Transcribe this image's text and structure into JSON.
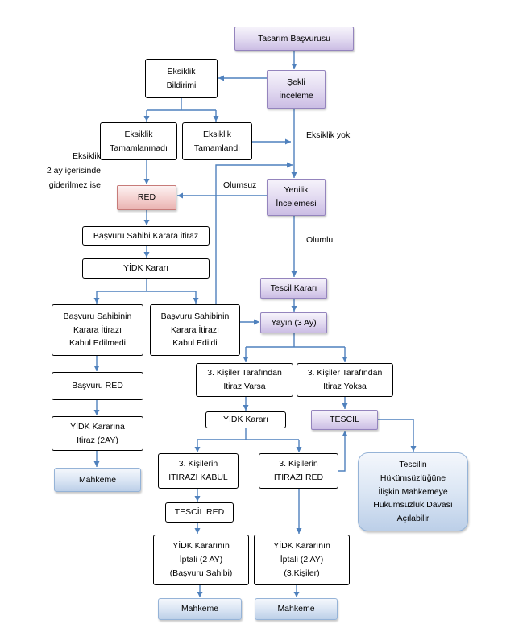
{
  "colors": {
    "arrow": "#4f81bd",
    "purple_border": "#9484bd",
    "red_border": "#c77b79",
    "blue_border": "#95b3d7"
  },
  "nodes": {
    "tasarim_basvurusu": [
      "Tasarım Başvurusu"
    ],
    "eksiklik_bildirimi": [
      "Eksiklik",
      "Bildirimi"
    ],
    "sekli_inceleme": [
      "Şekli",
      "İnceleme"
    ],
    "eksiklik_tamamlanmadi": [
      "Eksiklik",
      "Tamamlanmadı"
    ],
    "eksiklik_tamamlandi": [
      "Eksiklik",
      "Tamamlandı"
    ],
    "red": [
      "RED"
    ],
    "yenilik_incelemesi": [
      "Yenilik",
      "İncelemesi"
    ],
    "basvuru_sahibi_itiraz": [
      "Başvuru Sahibi Karara itiraz"
    ],
    "yidk_karari_1": [
      "YİDK Kararı"
    ],
    "tescil_karari": [
      "Tescil Kararı"
    ],
    "itiraz_kabul_edilmedi": [
      "Başvuru Sahibinin",
      "Karara İtirazı",
      "Kabul Edilmedi"
    ],
    "itiraz_kabul_edildi": [
      "Başvuru Sahibinin",
      "Karara İtirazı",
      "Kabul Edildi"
    ],
    "yayin": [
      "Yayın (3 Ay)"
    ],
    "itiraz_varsa": [
      "3. Kişiler Tarafından",
      "İtiraz Varsa"
    ],
    "itiraz_yoksa": [
      "3. Kişiler Tarafından",
      "İtiraz Yoksa"
    ],
    "basvuru_red": [
      "Başvuru RED"
    ],
    "yidk_karari_2": [
      "YİDK Kararı"
    ],
    "tescil": [
      "TESCİL"
    ],
    "yidk_kararina_itiraz": [
      "YİDK Kararına",
      "İtiraz (2AY)"
    ],
    "itirazi_kabul": [
      "3. Kişilerin",
      "İTİRAZI KABUL"
    ],
    "itirazi_red": [
      "3. Kişilerin",
      "İTİRAZI RED"
    ],
    "hukumsuzluk": [
      "Tescilin",
      "Hükümsüzlüğüne",
      "İlişkin Mahkemeye",
      "Hükümsüzlük Davası",
      "Açılabilir"
    ],
    "mahkeme_1": [
      "Mahkeme"
    ],
    "tescil_red": [
      "TESCİL RED"
    ],
    "iptal_basvuru_sahibi": [
      "YİDK Kararının",
      "İptali (2 AY)",
      "(Başvuru Sahibi)"
    ],
    "iptal_3_kisiler": [
      "YİDK Kararının",
      "İptali (2 AY)",
      "(3.Kişiler)"
    ],
    "mahkeme_2": [
      "Mahkeme"
    ],
    "mahkeme_3": [
      "Mahkeme"
    ]
  },
  "labels": {
    "eksiklik_yok": "Eksiklik yok",
    "eksiklik_2_ay": [
      "Eksiklik",
      "2 ay içerisinde",
      "giderilmez ise"
    ],
    "olumsuz": "Olumsuz",
    "olumlu": "Olumlu"
  }
}
